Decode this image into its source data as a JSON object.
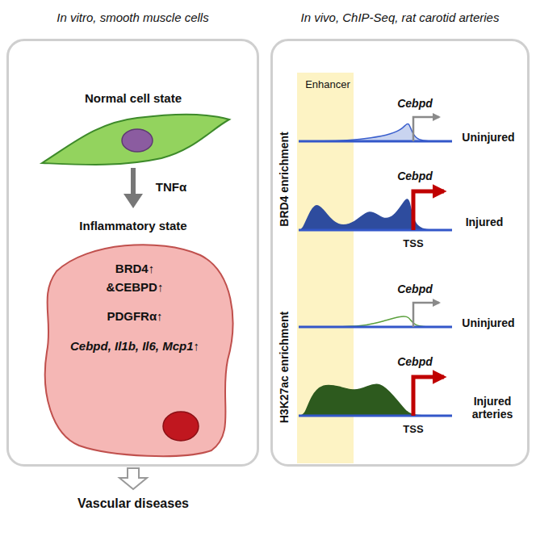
{
  "diagram": {
    "nodes": [
      {
        "text": [
          "In vitro, smooth muscle cells"
        ]
      },
      {
        "text": [
          "BRD4↑ &CEBPD↑",
          "PDGFRα↑",
          "Cebpd, Il1b, Il6, Mcp1↑"
        ],
        "in": 0
      },
      {
        "text": [
          "In vivo, ChIP-Seq, rat carotid arteries"
        ]
      },
      {
        "text": [
          "Enhancer"
        ],
        "in": 2
      }
    ],
    "labels": [
      "Normal cell state",
      "TNFα",
      "Inflammatory state",
      "BRD4 enrichment",
      "Cebpd",
      "Uninjured",
      "Cebpd",
      "Injured",
      "TSS",
      "H3K27ac enrichment",
      "Cebpd",
      "Uninjured",
      "Cebpd",
      "Injured arteries",
      "TSS",
      "Vascular diseases"
    ]
  }
}
